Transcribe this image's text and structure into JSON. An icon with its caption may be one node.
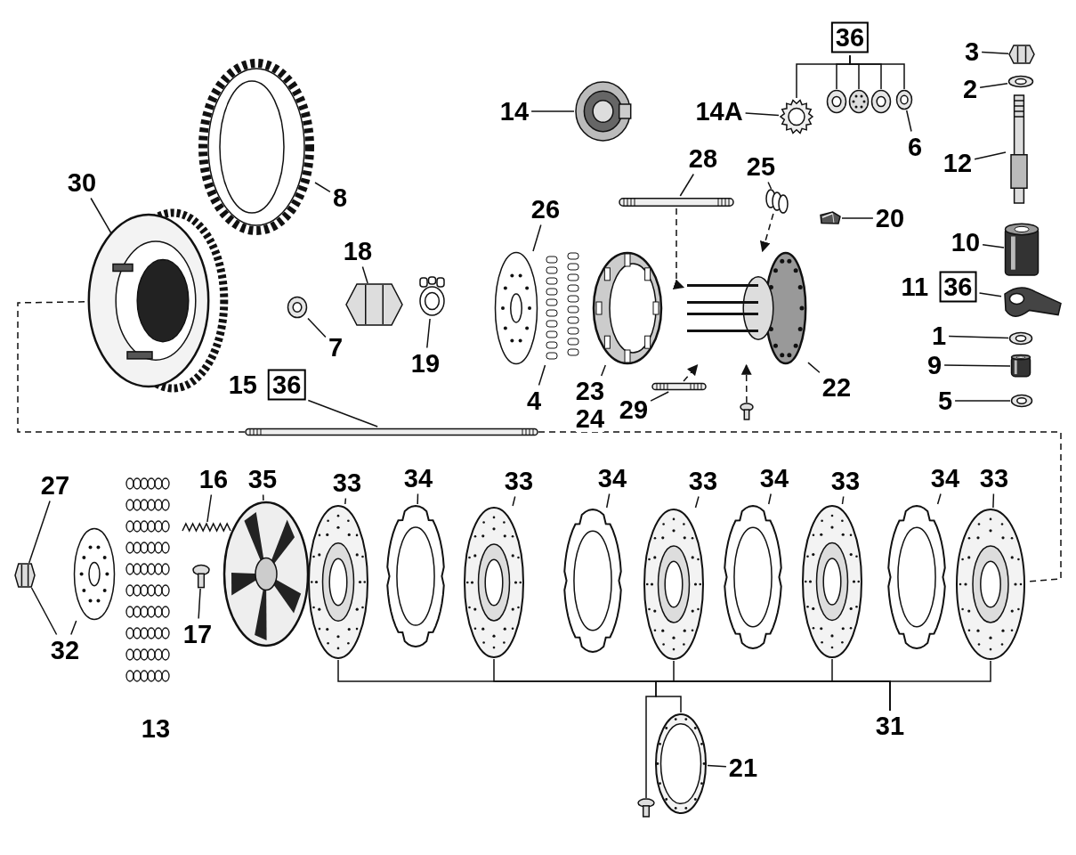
{
  "diagram": {
    "nodes": [
      {
        "text": [
          "3"
        ]
      },
      {
        "text": [],
        "shape": "picture"
      },
      {
        "text": [
          "2"
        ]
      },
      {
        "text": [],
        "shape": "picture"
      },
      {
        "text": [
          "12"
        ]
      },
      {
        "text": [],
        "shape": "picture"
      },
      {
        "text": [
          "10"
        ]
      },
      {
        "text": [],
        "shape": "picture"
      },
      {
        "text": [
          "11",
          "36"
        ]
      },
      {
        "text": [],
        "shape": "picture"
      },
      {
        "text": [
          "1"
        ]
      },
      {
        "text": [],
        "shape": "picture"
      },
      {
        "text": [
          "9"
        ]
      },
      {
        "text": [],
        "shape": "picture"
      },
      {
        "text": [
          "5"
        ]
      },
      {
        "text": [],
        "shape": "picture"
      },
      {
        "text": [
          "14"
        ]
      },
      {
        "text": [],
        "shape": "picture"
      },
      {
        "text": [
          "14A"
        ]
      },
      {
        "text": [],
        "shape": "picture"
      },
      {
        "text": [
          "36"
        ]
      },
      {
        "text": [],
        "shape": "picture"
      },
      {
        "text": [],
        "shape": "picture"
      },
      {
        "text": [],
        "shape": "picture"
      },
      {
        "text": [],
        "shape": "picture"
      },
      {
        "text": [
          "6"
        ]
      },
      {
        "text": [
          "28"
        ]
      },
      {
        "text": [],
        "shape": "picture"
      },
      {
        "text": [
          "25"
        ]
      },
      {
        "text": [],
        "shape": "picture"
      },
      {
        "text": [
          "20"
        ]
      },
      {
        "text": [],
        "shape": "picture"
      },
      {
        "text": [
          "26"
        ]
      },
      {
        "text": [],
        "shape": "picture"
      },
      {
        "text": [
          "4"
        ]
      },
      {
        "text": [],
        "shape": "picture"
      },
      {
        "text": [
          "23",
          "24"
        ]
      },
      {
        "text": [],
        "shape": "picture"
      },
      {
        "text": [
          "22"
        ]
      },
      {
        "text": [],
        "shape": "picture"
      },
      {
        "text": [
          "29"
        ]
      },
      {
        "text": [],
        "shape": "picture"
      },
      {
        "text": [],
        "shape": "picture"
      },
      {
        "text": [
          "30"
        ]
      },
      {
        "text": [],
        "shape": "picture"
      },
      {
        "text": [
          "8"
        ]
      },
      {
        "text": [],
        "shape": "picture"
      },
      {
        "text": [
          "18"
        ]
      },
      {
        "text": [],
        "shape": "picture"
      },
      {
        "text": [
          "7"
        ]
      },
      {
        "text": [],
        "shape": "picture"
      },
      {
        "text": [
          "19"
        ]
      },
      {
        "text": [],
        "shape": "picture"
      },
      {
        "text": [
          "15",
          "36"
        ]
      },
      {
        "text": [],
        "shape": "picture"
      },
      {
        "text": [
          "27"
        ]
      },
      {
        "text": [],
        "shape": "picture"
      },
      {
        "text": [
          "32"
        ]
      },
      {
        "text": [],
        "shape": "picture"
      },
      {
        "text": [
          "16"
        ]
      },
      {
        "text": [],
        "shape": "picture"
      },
      {
        "text": [
          "17"
        ]
      },
      {
        "text": [],
        "shape": "picture"
      },
      {
        "text": [
          "35"
        ]
      },
      {
        "text": [],
        "shape": "picture"
      },
      {
        "text": [
          "33"
        ]
      },
      {
        "text": [],
        "shape": "picture"
      },
      {
        "text": [
          "34"
        ]
      },
      {
        "text": [],
        "shape": "picture"
      },
      {
        "text": [
          "33"
        ]
      },
      {
        "text": [],
        "shape": "picture"
      },
      {
        "text": [
          "34"
        ]
      },
      {
        "text": [],
        "shape": "picture"
      },
      {
        "text": [
          "33"
        ]
      },
      {
        "text": [],
        "shape": "picture"
      },
      {
        "text": [
          "34"
        ]
      },
      {
        "text": [],
        "shape": "picture"
      },
      {
        "text": [
          "33"
        ]
      },
      {
        "text": [],
        "shape": "picture"
      },
      {
        "text": [
          "34"
        ]
      },
      {
        "text": [],
        "shape": "picture"
      },
      {
        "text": [
          "33"
        ]
      },
      {
        "text": [],
        "shape": "picture"
      },
      {
        "text": [
          "31"
        ]
      },
      {
        "text": [
          "21"
        ]
      },
      {
        "text": [],
        "shape": "picture"
      },
      {
        "text": [],
        "shape": "picture"
      }
    ],
    "edges": [
      {
        "from": 0,
        "to": 1,
        "arrow": "none"
      },
      {
        "from": 2,
        "to": 3,
        "arrow": "none"
      },
      {
        "from": 4,
        "to": 5,
        "arrow": "none"
      },
      {
        "from": 6,
        "to": 7,
        "arrow": "none"
      },
      {
        "from": 8,
        "to": 9,
        "arrow": "none"
      },
      {
        "from": 10,
        "to": 11,
        "arrow": "none"
      },
      {
        "from": 12,
        "to": 13,
        "arrow": "none"
      },
      {
        "from": 14,
        "to": 15,
        "arrow": "none"
      },
      {
        "from": 16,
        "to": 17,
        "arrow": "none"
      },
      {
        "from": 18,
        "to": 19,
        "arrow": "none"
      },
      {
        "from": 20,
        "to": 19,
        "arrow": "none"
      },
      {
        "from": 20,
        "to": 21,
        "arrow": "none"
      },
      {
        "from": 20,
        "to": 22,
        "arrow": "none"
      },
      {
        "from": 20,
        "to": 23,
        "arrow": "none"
      },
      {
        "from": 20,
        "to": 24,
        "arrow": "none"
      },
      {
        "from": 25,
        "to": 24,
        "arrow": "none"
      },
      {
        "from": 26,
        "to": 27,
        "arrow": "none"
      },
      {
        "from": 28,
        "to": 29,
        "arrow": "none"
      },
      {
        "from": 30,
        "to": 31,
        "arrow": "none"
      },
      {
        "from": 32,
        "to": 33,
        "arrow": "none"
      },
      {
        "from": 34,
        "to": 35,
        "arrow": "none"
      },
      {
        "from": 36,
        "to": 37,
        "arrow": "none"
      },
      {
        "from": 38,
        "to": 39,
        "arrow": "none"
      },
      {
        "from": 40,
        "to": 41,
        "arrow": "none"
      },
      {
        "from": 27,
        "to": 39,
        "arrow": "to",
        "style": "dashed"
      },
      {
        "from": 29,
        "to": 39,
        "arrow": "to",
        "style": "dashed"
      },
      {
        "from": 41,
        "to": 39,
        "arrow": "to",
        "style": "dashed"
      },
      {
        "from": 42,
        "to": 39,
        "arrow": "to",
        "style": "dashed"
      },
      {
        "from": 43,
        "to": 44,
        "arrow": "none"
      },
      {
        "from": 45,
        "to": 46,
        "arrow": "none"
      },
      {
        "from": 47,
        "to": 48,
        "arrow": "none"
      },
      {
        "from": 49,
        "to": 50,
        "arrow": "none"
      },
      {
        "from": 51,
        "to": 52,
        "arrow": "none"
      },
      {
        "from": 53,
        "to": 54,
        "arrow": "none"
      },
      {
        "from": 44,
        "to": 54,
        "arrow": "none",
        "style": "dashed"
      },
      {
        "from": 54,
        "to": 82,
        "arrow": "none",
        "style": "dashed"
      },
      {
        "from": 55,
        "to": 56,
        "arrow": "none"
      },
      {
        "from": 57,
        "to": 56,
        "arrow": "none"
      },
      {
        "from": 57,
        "to": 58,
        "arrow": "none"
      },
      {
        "from": 59,
        "to": 60,
        "arrow": "none"
      },
      {
        "from": 61,
        "to": 62,
        "arrow": "none"
      },
      {
        "from": 63,
        "to": 64,
        "arrow": "none"
      },
      {
        "from": 65,
        "to": 66,
        "arrow": "none"
      },
      {
        "from": 67,
        "to": 68,
        "arrow": "none"
      },
      {
        "from": 69,
        "to": 70,
        "arrow": "none"
      },
      {
        "from": 71,
        "to": 72,
        "arrow": "none"
      },
      {
        "from": 73,
        "to": 74,
        "arrow": "none"
      },
      {
        "from": 75,
        "to": 76,
        "arrow": "none"
      },
      {
        "from": 77,
        "to": 78,
        "arrow": "none"
      },
      {
        "from": 79,
        "to": 80,
        "arrow": "none"
      },
      {
        "from": 81,
        "to": 82,
        "arrow": "none"
      },
      {
        "from": 83,
        "to": 66,
        "arrow": "none"
      },
      {
        "from": 83,
        "to": 70,
        "arrow": "none"
      },
      {
        "from": 83,
        "to": 74,
        "arrow": "none"
      },
      {
        "from": 83,
        "to": 78,
        "arrow": "none"
      },
      {
        "from": 83,
        "to": 82,
        "arrow": "none"
      },
      {
        "from": 83,
        "to": 85,
        "arrow": "none"
      },
      {
        "from": 83,
        "to": 86,
        "arrow": "none"
      },
      {
        "from": 84,
        "to": 85,
        "arrow": "none"
      }
    ],
    "labels": [
      "13"
    ]
  }
}
